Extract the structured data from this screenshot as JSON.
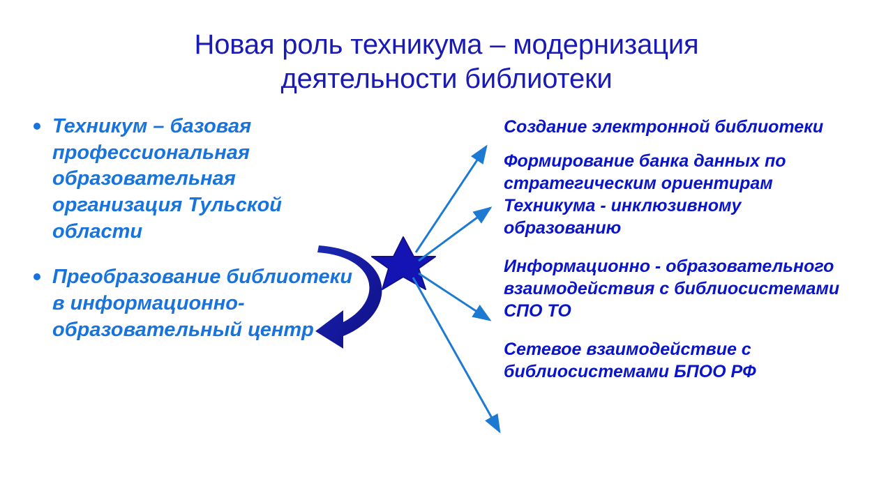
{
  "slide": {
    "title": "Новая роль техникума – модернизация\nдеятельности библиотеки",
    "title_color": "#1a1ab4",
    "background_color": "#ffffff"
  },
  "left_column": {
    "accent_color": "#1874dc",
    "bullets": [
      {
        "text": "Техникум – базовая профессиональная образовательная организация Тульской области"
      },
      {
        "text": "Преобразование библиотеки  в информационно-образовательный центр"
      }
    ]
  },
  "right_column": {
    "accent_color": "#0a14c8",
    "items": [
      {
        "text": "Создание электронной библиотеки"
      },
      {
        "text": "Формирование банка данных по стратегическим ориентирам Техникума - инклюзивному образованию"
      },
      {
        "text": "Информационно - образовательного взаимодействия с библиосистемами СПО ТО"
      },
      {
        "text": "Сетевое взаимодействие с библиосистемами БПОО РФ"
      }
    ]
  },
  "graphics": {
    "star_icon": "six-pointed-star-icon",
    "star_color": "#1414b4",
    "curved_arrow_icon": "curved-arrow-left-icon",
    "curved_arrow_color": "#14189c",
    "connector_color": "#1c7ad2",
    "connector_count": 4
  }
}
